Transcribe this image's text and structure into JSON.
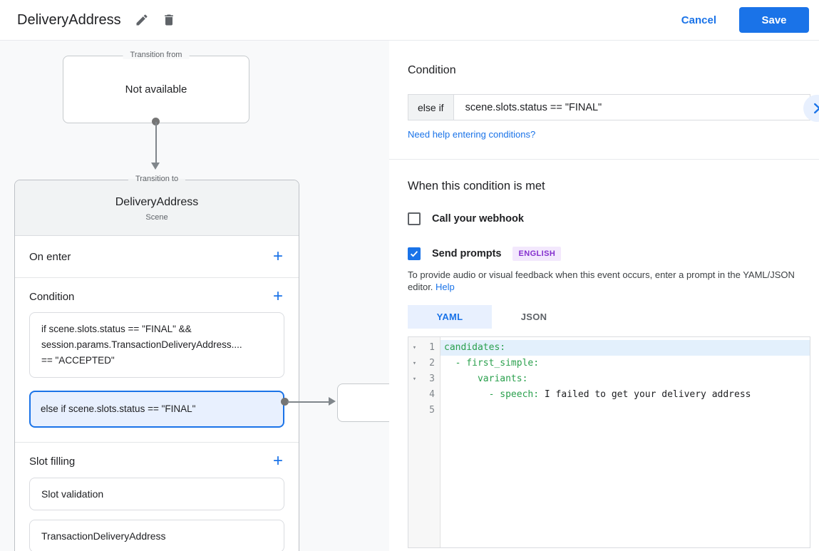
{
  "header": {
    "title": "DeliveryAddress",
    "cancel_label": "Cancel",
    "save_label": "Save"
  },
  "colors": {
    "accent": "#1a73e8",
    "selected_condition_bg": "#e8f0fe",
    "badge_bg": "#f3e8fd",
    "badge_text": "#8430ce",
    "code_key_green": "#2aa04d",
    "panel_bg": "#f8f9fa"
  },
  "diagram": {
    "transition_from": {
      "legend": "Transition from",
      "content": "Not available"
    },
    "transition_to": {
      "legend": "Transition to",
      "title": "DeliveryAddress",
      "subtitle": "Scene",
      "on_enter": {
        "label": "On enter",
        "add_label": "+"
      },
      "condition": {
        "label": "Condition",
        "add_label": "+",
        "items": [
          {
            "text": "if scene.slots.status == \"FINAL\" &&\nsession.params.TransactionDeliveryAddress....\n== \"ACCEPTED\"",
            "selected": false
          },
          {
            "text": "else if scene.slots.status == \"FINAL\"",
            "selected": true
          }
        ]
      },
      "slot_filling": {
        "label": "Slot filling",
        "add_label": "+",
        "items": [
          "Slot validation",
          "TransactionDeliveryAddress"
        ]
      }
    }
  },
  "panel": {
    "title": "Condition",
    "condition_prefix": "else if",
    "condition_value": "scene.slots.status == \"FINAL\"",
    "help_link": "Need help entering conditions?",
    "section_title": "When this condition is met",
    "webhook_label": "Call your webhook",
    "prompts_label": "Send prompts",
    "language_badge": "ENGLISH",
    "description": "To provide audio or visual feedback when this event occurs, enter a prompt in the YAML/JSON editor.",
    "description_link": "Help",
    "tabs": [
      {
        "label": "YAML",
        "active": true
      },
      {
        "label": "JSON",
        "active": false
      }
    ],
    "editor": {
      "lines": [
        {
          "num": "1",
          "fold": true,
          "highlight": true,
          "segments": [
            {
              "type": "key",
              "text": "candidates:"
            }
          ]
        },
        {
          "num": "2",
          "fold": true,
          "highlight": false,
          "segments": [
            {
              "type": "plain",
              "text": "  "
            },
            {
              "type": "key",
              "text": "- first_simple:"
            }
          ]
        },
        {
          "num": "3",
          "fold": true,
          "highlight": false,
          "segments": [
            {
              "type": "plain",
              "text": "      "
            },
            {
              "type": "key",
              "text": "variants:"
            }
          ]
        },
        {
          "num": "4",
          "fold": false,
          "highlight": false,
          "segments": [
            {
              "type": "plain",
              "text": "        "
            },
            {
              "type": "key",
              "text": "- speech:"
            },
            {
              "type": "plain",
              "text": " I failed to get your delivery address"
            }
          ]
        },
        {
          "num": "5",
          "fold": false,
          "highlight": false,
          "segments": []
        }
      ]
    }
  }
}
